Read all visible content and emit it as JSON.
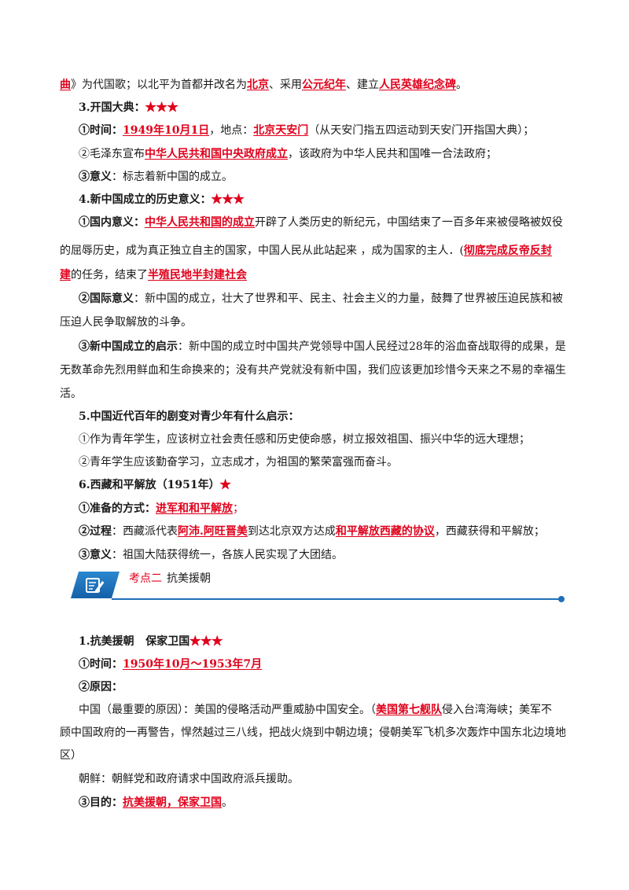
{
  "l1": {
    "a": "曲",
    "b": "》为代国歌；以北平为首都并改名为",
    "c": "北京",
    "d": "、采用",
    "e": "公元纪年",
    "f": "、建立",
    "g": "人民英雄纪念碑",
    "h": "。"
  },
  "s3": {
    "title": "3.开国大典：",
    "stars": "★★★",
    "time_k": "①时间：",
    "time_v": "1949年10月1日",
    "place_k": "，地点：",
    "place_v": "北京天安门",
    "place_note": "（从天安门指五四运动到天安门开指国大典）；",
    "l2_a": "②毛泽东宣布",
    "l2_b": "中华人民共和国中央政府成立",
    "l2_c": "，该政府为中华人民共和国唯一合法政府；",
    "l3_k": "③意义",
    "l3_v": "：标志着新中国的成立。"
  },
  "s4": {
    "title": "4.新中国成立的历史意义：",
    "stars": "★★★",
    "d1_k": "①国内意义：",
    "d1_a": "中华人民共和国的成立",
    "d1_b": "开辟了人类历史的新纪元，中国结束了一百多年来被侵略被奴役",
    "d1_c": "的屈辱历史，成为真正独立自主的国家，中国人民从此站起来  ，成为国家的主人．(",
    "d1_d": "彻底完成反帝反封",
    "d1_e": "建",
    "d1_f": "的任务，结束了",
    "d1_g": "半殖民地半封建社会",
    "i1_k": "②国际意义",
    "i1_a": "：新中国的成立，壮大了世界和平、民主、社会主义的力量，鼓舞了世界被压迫民族和被",
    "i1_b": "压迫人民争取解放的斗争。",
    "q_k": "③新中国成立的启示",
    "q_a": "：新中国的成立时中国共产党领导中国人民经过28年的浴血奋战取得的成果，是",
    "q_b": "无数革命先烈用鲜血和生命换来的；没有共产党就没有新中国，我们应该更加珍惜今天来之不易的幸福生",
    "q_c": "活。"
  },
  "s5": {
    "title": "5.中国近代百年的剧变对青少年有什么启示：",
    "a": "①作为青年学生，应该树立社会责任感和历史使命感，树立报效祖国、振兴中华的远大理想；",
    "b": "②青年学生应该勤奋学习，立志成才，为祖国的繁荣富强而奋斗。"
  },
  "s6": {
    "title": "6.西藏和平解放（1951年）",
    "stars": "★",
    "m_k": "①准备的方式：",
    "m_v": "进军和和平解放",
    "m_e": "；",
    "p_k": "②过程",
    "p_a": "：西藏派代表",
    "p_b": "阿沛.阿旺晋美",
    "p_c": "到达北京双方达成",
    "p_d": "和平解放西藏的协议",
    "p_e": "，西藏获得和平解放；",
    "s_k": "③意义",
    "s_v": "：祖国大陆获得统一，各族人民实现了大团结。"
  },
  "banner": {
    "key": "考点二",
    "title": "抗美援朝",
    "icon": "notepad-pen-icon"
  },
  "k2": {
    "title": "1.抗美援朝   保家卫国",
    "stars": "★★★",
    "t_k": "①时间：",
    "t_v": "1950年10月～1953年7月",
    "r_k": "②原因：",
    "c1": "中国（最重要的原因）：美国的侵略活动严重威胁中国安全。（",
    "c2": "美国第七舰队",
    "c3": "侵入台湾海峡；美军不",
    "c4": "顾中国政府的一再警告，悍然越过三八线，把战火烧到中朝边境；侵朝美军飞机多次轰炸中国东北边境地",
    "c5": "区）",
    "korea": "朝鲜：朝鲜党和政府请求中国政府派兵援助。",
    "g_k": "③目的：",
    "g_v": "抗美援朝，保家卫国",
    "g_e": "。"
  },
  "colors": {
    "accent_red": "#e0001b",
    "banner_blue": "#1f6fb8"
  }
}
